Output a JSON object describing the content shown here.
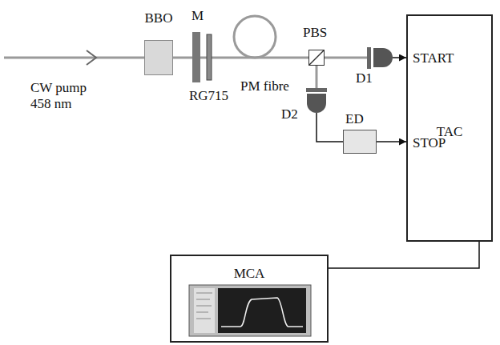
{
  "diagram": {
    "nodes": [
      {
        "text": [
          "BBO"
        ]
      },
      {
        "text": [
          "PBS"
        ]
      },
      {
        "text": [
          "D1"
        ]
      },
      {
        "text": [
          "D2"
        ]
      },
      {
        "text": [
          "ED"
        ]
      },
      {
        "text": [
          "START",
          "TAC",
          "STOP"
        ]
      },
      {
        "text": [
          "MCA"
        ]
      }
    ],
    "edges": [
      {
        "from": 2,
        "to": 5,
        "arrow": "to"
      },
      {
        "from": 3,
        "to": 4,
        "arrow": "none"
      },
      {
        "from": 4,
        "to": 5,
        "arrow": "to"
      },
      {
        "from": 5,
        "to": 6,
        "arrow": "none"
      }
    ],
    "labels": [
      "CW pump 458 nm",
      "M",
      "RG715",
      "PM fibre"
    ]
  }
}
